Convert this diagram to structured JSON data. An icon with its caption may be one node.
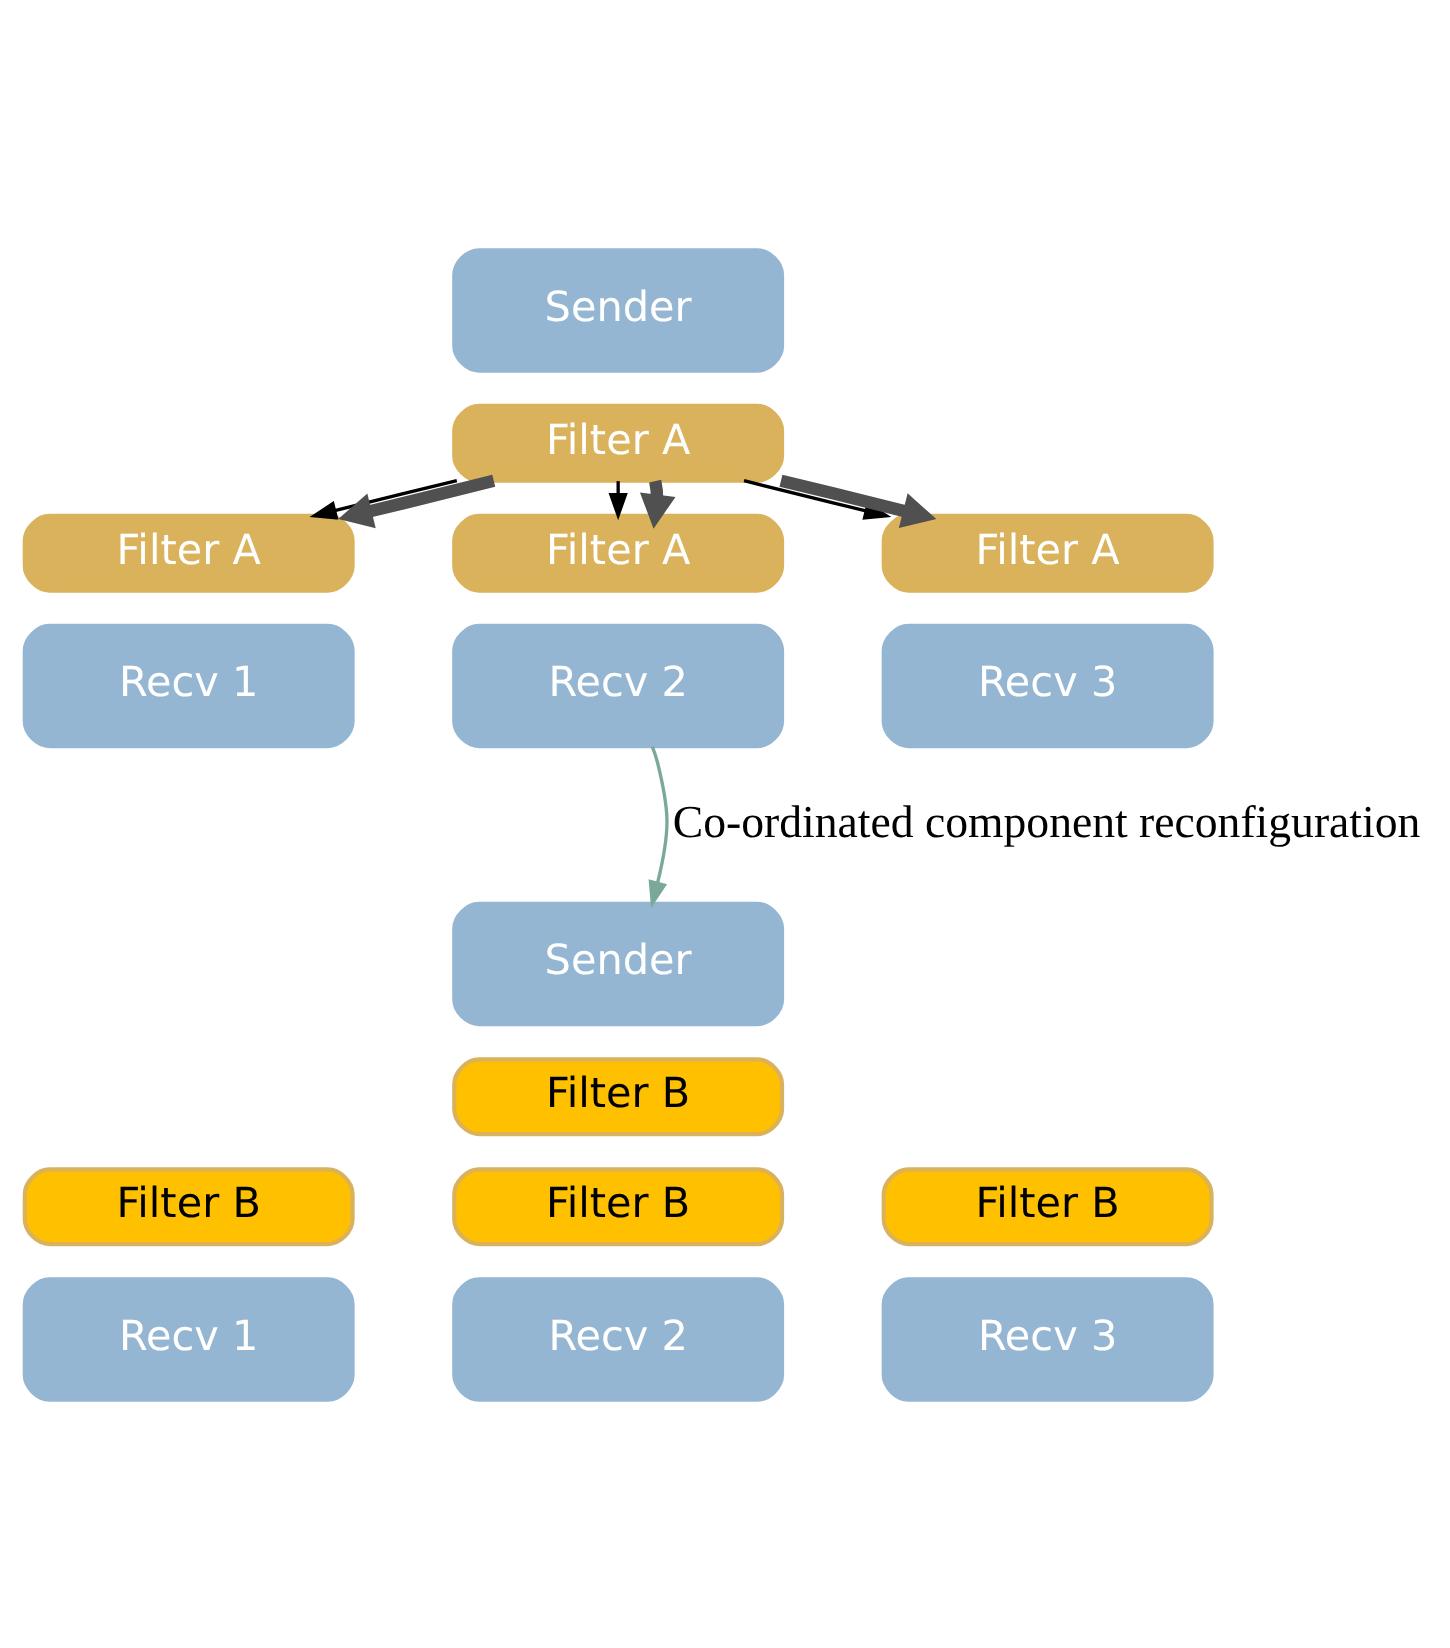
{
  "diagram": {
    "nodes": [
      {
        "text": [
          "Sender"
        ]
      },
      {
        "text": [
          "Filter A"
        ]
      },
      {
        "text": [
          "Filter A"
        ]
      },
      {
        "text": [
          "Filter A"
        ]
      },
      {
        "text": [
          "Filter A"
        ]
      },
      {
        "text": [
          "Recv 1"
        ]
      },
      {
        "text": [
          "Recv 2"
        ]
      },
      {
        "text": [
          "Recv 3"
        ]
      },
      {
        "text": [
          "Sender"
        ]
      },
      {
        "text": [
          "Filter B"
        ]
      },
      {
        "text": [
          "Filter B"
        ]
      },
      {
        "text": [
          "Filter B"
        ]
      },
      {
        "text": [
          "Filter B"
        ]
      },
      {
        "text": [
          "Recv 1"
        ]
      },
      {
        "text": [
          "Recv 2"
        ]
      },
      {
        "text": [
          "Recv 3"
        ]
      }
    ],
    "edges": [
      {
        "from": 1,
        "to": 2,
        "arrow": "to"
      },
      {
        "from": 1,
        "to": 3,
        "arrow": "to"
      },
      {
        "from": 1,
        "to": 4,
        "arrow": "to"
      },
      {
        "from": 1,
        "to": 2,
        "arrow": "to",
        "style": "thick",
        "color": "#505050"
      },
      {
        "from": 1,
        "to": 3,
        "arrow": "to",
        "style": "thick",
        "color": "#505050"
      },
      {
        "from": 1,
        "to": 4,
        "arrow": "to",
        "style": "thick",
        "color": "#505050"
      },
      {
        "from": 6,
        "to": 8,
        "arrow": "to",
        "label": "Co-ordinated component reconfiguration",
        "color": "#7aa89a"
      }
    ]
  }
}
